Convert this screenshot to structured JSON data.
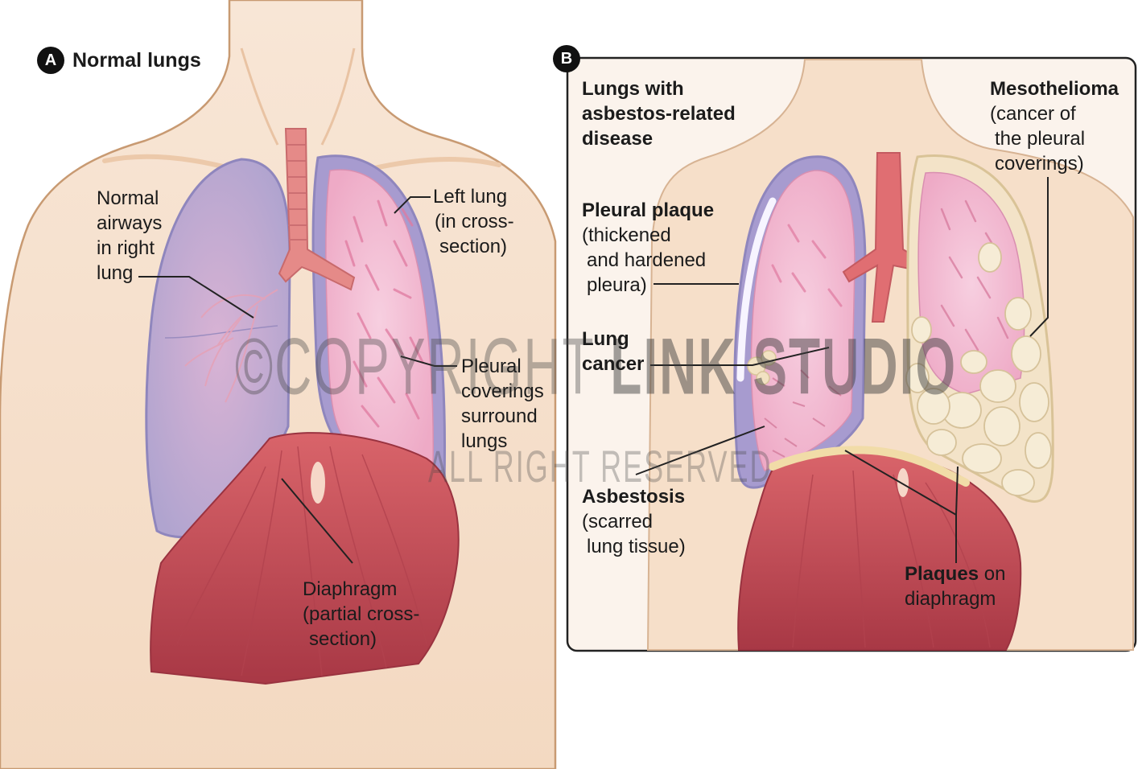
{
  "panel_a": {
    "badge": "A",
    "title": "Normal lungs",
    "labels": {
      "normal_airways": [
        "Normal",
        "airways",
        "in right",
        "lung"
      ],
      "left_lung": [
        "Left lung",
        "(in cross-",
        "section)"
      ],
      "pleural_coverings": [
        "Pleural",
        "coverings",
        "surround",
        "lungs"
      ],
      "diaphragm": [
        "Diaphragm",
        "(partial cross-",
        "section)"
      ]
    }
  },
  "panel_b": {
    "badge": "B",
    "title": [
      "Lungs with",
      "asbestos-related",
      "disease"
    ],
    "labels": {
      "mesothelioma_title": "Mesothelioma",
      "mesothelioma_desc": [
        "(cancer of",
        "the pleural",
        "coverings)"
      ],
      "pleural_plaque_title": "Pleural plaque",
      "pleural_plaque_desc": [
        "(thickened",
        "and hardened",
        "pleura)"
      ],
      "lung_cancer": [
        "Lung",
        "cancer"
      ],
      "asbestosis_title": "Asbestosis",
      "asbestosis_desc": [
        "(scarred",
        "lung tissue)"
      ],
      "plaques_diaphragm_bold": "Plaques",
      "plaques_diaphragm_rest": "on",
      "plaques_diaphragm_line2": "diaphragm"
    }
  },
  "watermark": {
    "line1_light": "©COPYRIGHT",
    "line1_dark": "LINK STUDIO",
    "line2": "ALL RIGHT RESERVED"
  },
  "colors": {
    "skin": "#f6dfc9",
    "skin_outline": "#c89a72",
    "lung_right": "#b8aed3",
    "lung_left": "#f2bcd0",
    "pleura": "#9b94c7",
    "trachea": "#e58a88",
    "diaphragm": "#c44a54",
    "tumor": "#f4e6c8",
    "frame": "#222222"
  }
}
